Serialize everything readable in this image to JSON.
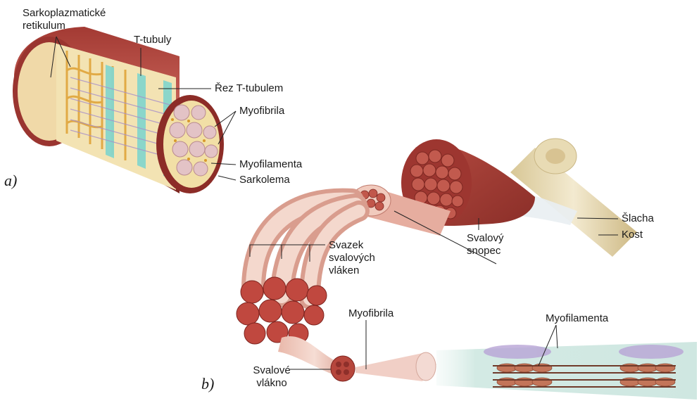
{
  "figure": {
    "part_a_label": "a)",
    "part_b_label": "b)",
    "labels_a": {
      "sarcoplasmic_reticulum": "Sarkoplazmatické\nretikulum",
      "t_tubules": "T-tubuly",
      "t_tubule_section": "Řez T-tubulem",
      "myofibril": "Myofibrila",
      "myofilaments": "Myofilamenta",
      "sarcolemma": "Sarkolema"
    },
    "labels_b": {
      "tendon": "Šlacha",
      "bone": "Kost",
      "fiber_bundle": "Svazek\nsvalových\nvláken",
      "fascicle": "Svalový\nsnopec",
      "myofibril": "Myofibrila",
      "muscle_fiber": "Svalové\nvlákno",
      "myofilaments": "Myofilamenta"
    }
  },
  "colors": {
    "muscle_dark": "#8e2f2a",
    "muscle_mid": "#c1574b",
    "muscle_light": "#e7b7a9",
    "fiber_pink": "#edc7bb",
    "sr_yellow": "#e9b34a",
    "t_tubule_cyan": "#7fd3c9",
    "bone": "#e9ddb6",
    "filament_bg": "#d6ece6"
  }
}
